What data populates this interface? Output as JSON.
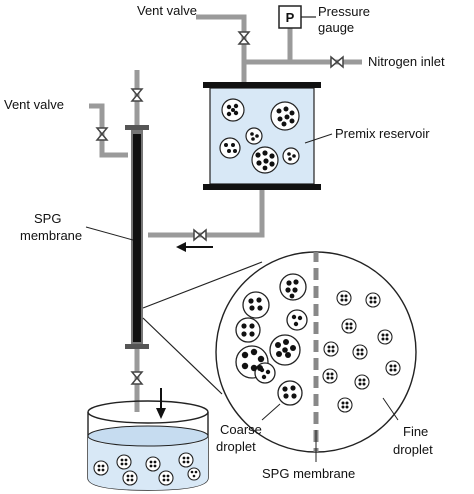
{
  "labels": {
    "vent_valve_top": "Vent valve",
    "pressure_gauge_symbol": "P",
    "pressure_gauge_line1": "Pressure",
    "pressure_gauge_line2": "gauge",
    "nitrogen_inlet": "Nitrogen inlet",
    "vent_valve_left": "Vent valve",
    "premix_reservoir": "Premix reservoir",
    "spg_membrane_line1": "SPG",
    "spg_membrane_line2": "membrane",
    "coarse_droplet_line1": "Coarse",
    "coarse_droplet_line2": "droplet",
    "fine_droplet_line1": "Fine",
    "fine_droplet_line2": "droplet",
    "spg_membrane_bottom": "SPG membrane"
  },
  "colors": {
    "pipe": "#9a9a9a",
    "liquid": "#d8e8f6",
    "membrane": "#111111",
    "outline": "#222222"
  }
}
